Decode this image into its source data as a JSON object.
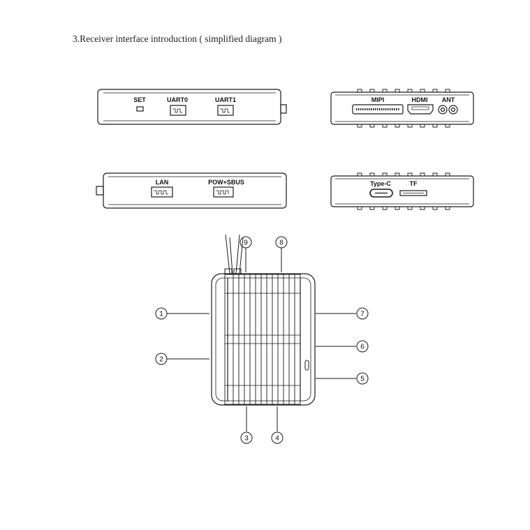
{
  "heading": "3.Receiver interface introduction ( simplified diagram )",
  "side_views": {
    "view1_labels": {
      "set": "SET",
      "uart0": "UART0",
      "uart1": "UART1"
    },
    "view2_labels": {
      "mipi": "MIPI",
      "hdmi": "HDMI",
      "ant": "ANT"
    },
    "view3_labels": {
      "lan": "LAN",
      "pow_sbus": "POW+SBUS"
    },
    "view4_labels": {
      "type_c": "Type-C",
      "tf": "TF"
    }
  },
  "callouts": [
    "1",
    "2",
    "3",
    "4",
    "5",
    "6",
    "7",
    "8",
    "9"
  ],
  "colors": {
    "stroke": "#1a1a1a",
    "background": "#ffffff"
  }
}
